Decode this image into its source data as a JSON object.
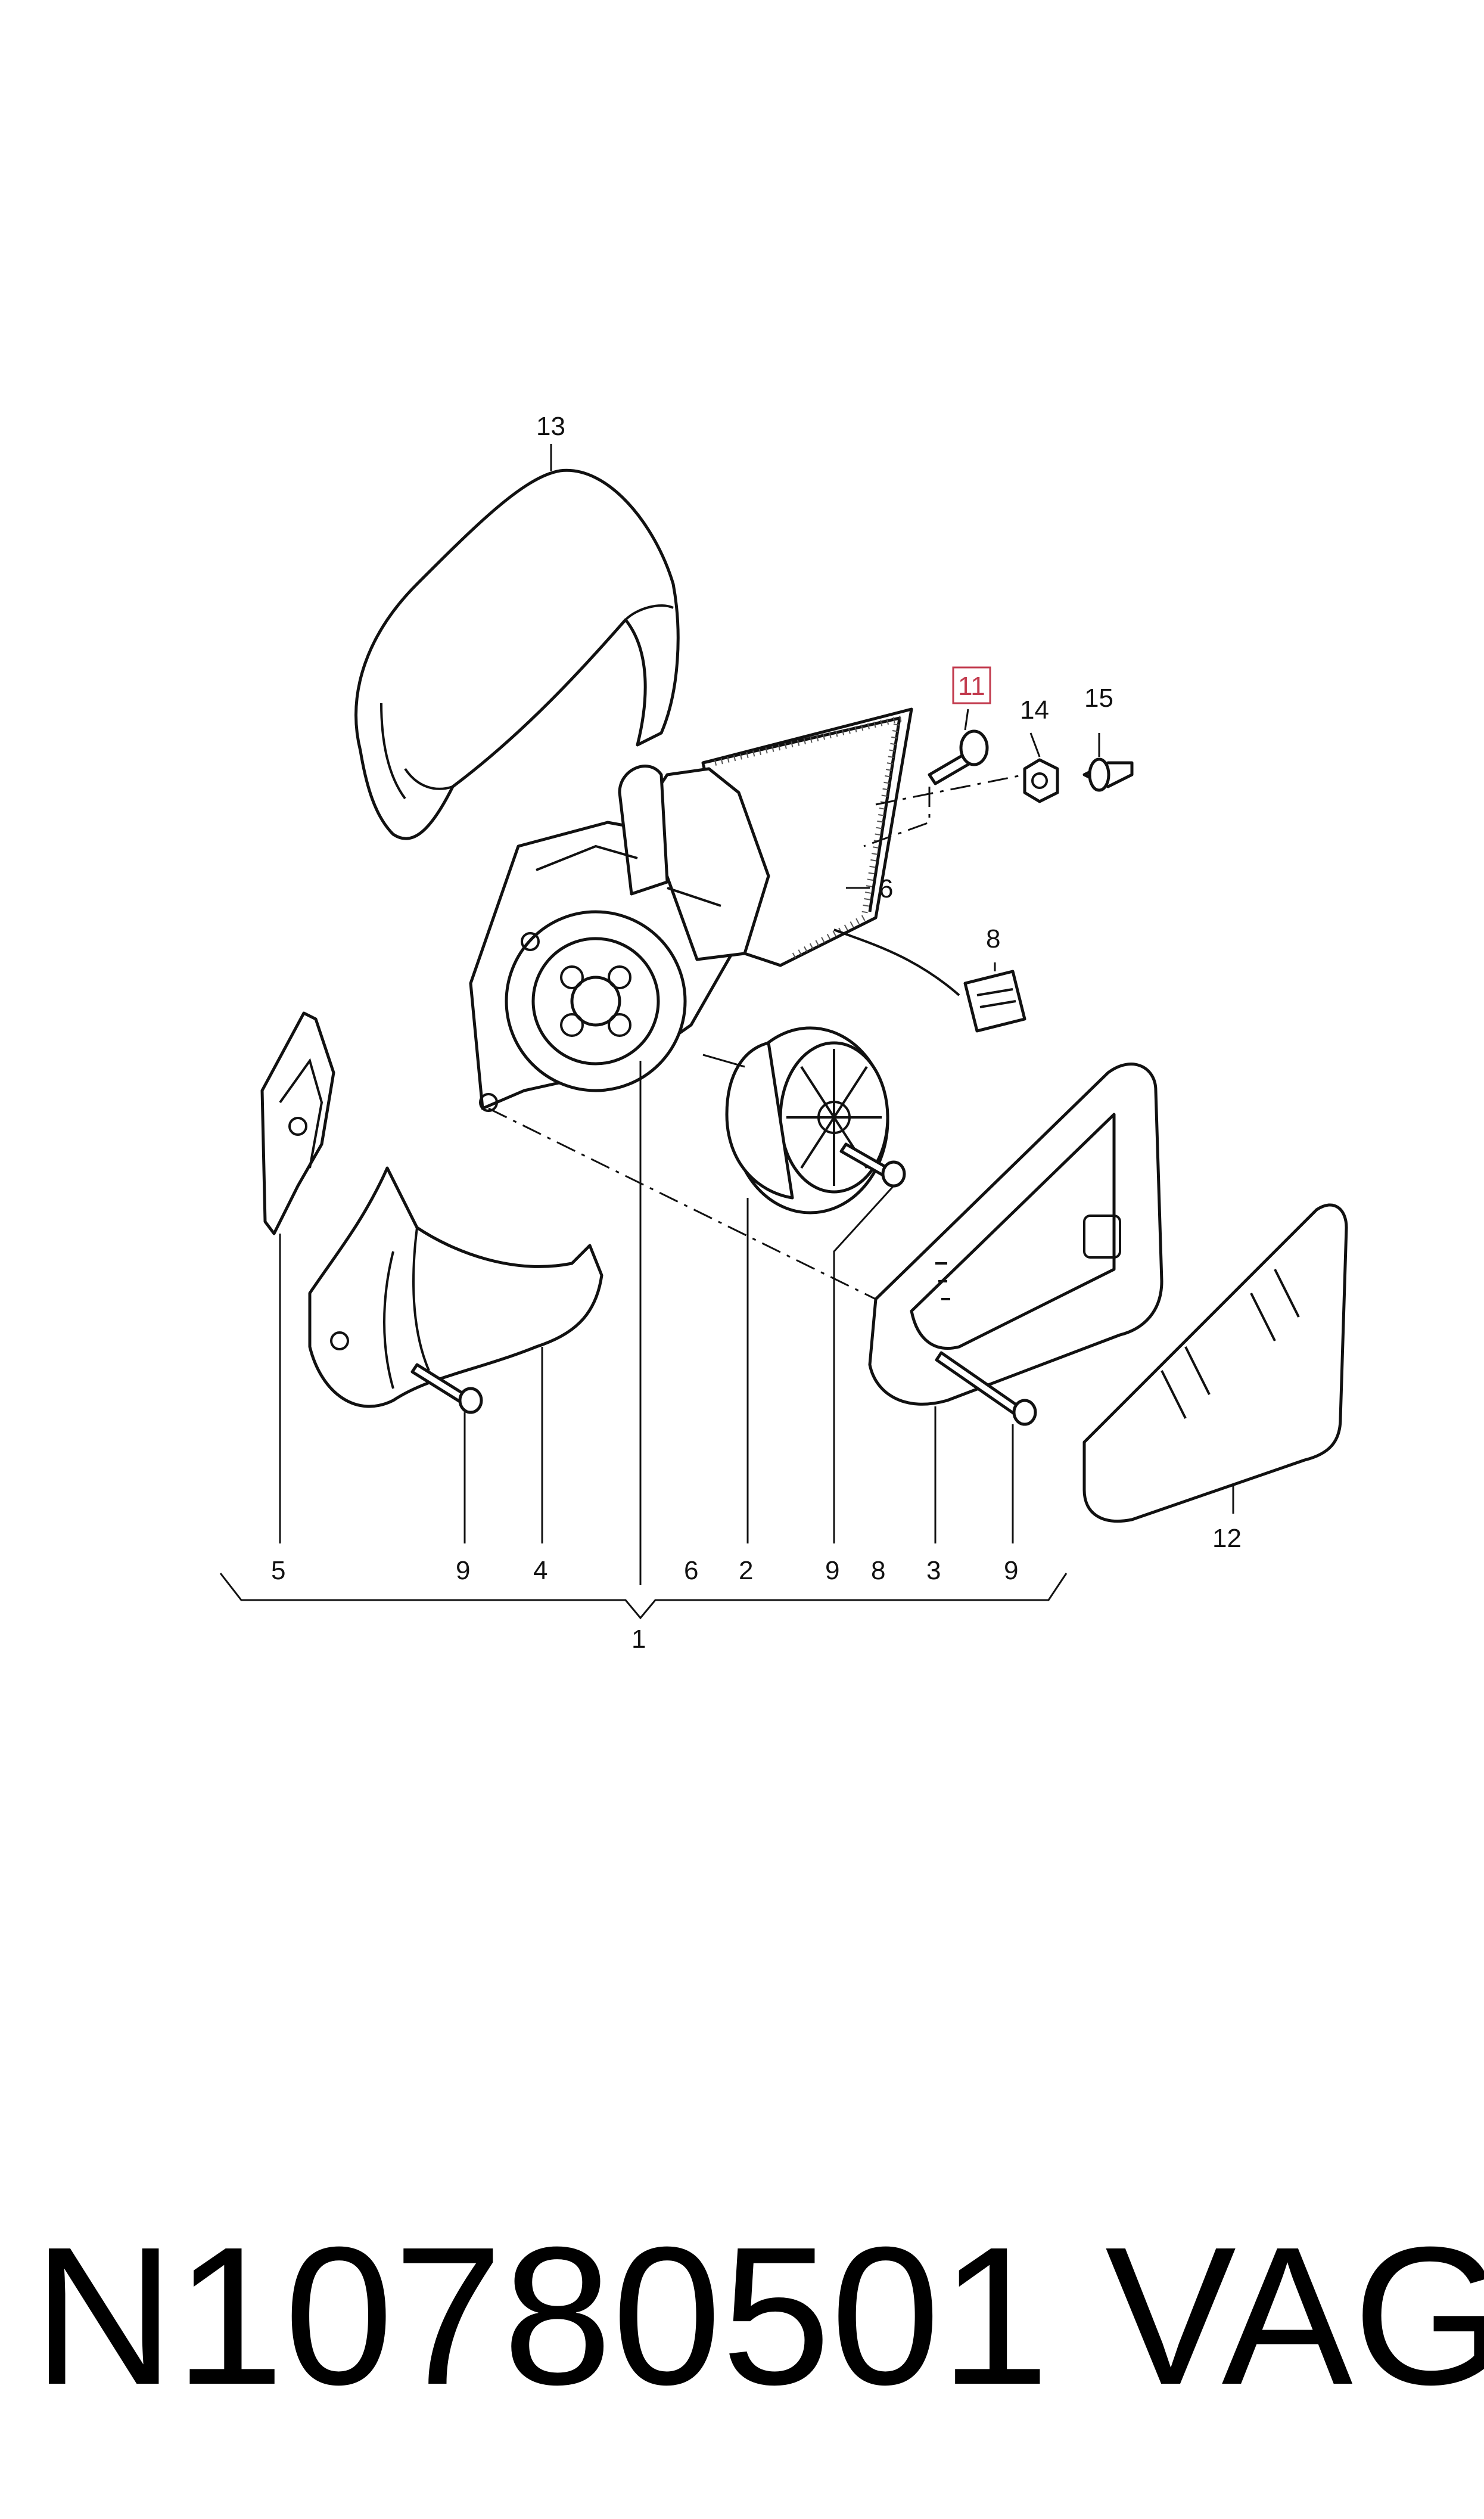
{
  "diagram": {
    "labels": {
      "p1": "1",
      "p2": "2",
      "p3": "3",
      "p4": "4",
      "p5": "5",
      "p6_top": "6",
      "p6_bottom": "6",
      "p8_top": "8",
      "p8_bottom": "8",
      "p9_a": "9",
      "p9_b": "9",
      "p9_c": "9",
      "p11": "11",
      "p12": "12",
      "p13": "13",
      "p14": "14",
      "p15": "15"
    },
    "highlight_color": "#c23a4d"
  },
  "footer": {
    "part_number": "N10780501",
    "brand": "VAG"
  }
}
